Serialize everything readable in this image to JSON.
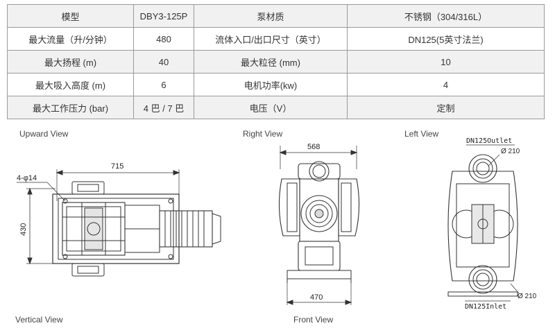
{
  "spec_table": {
    "rows": [
      {
        "label1": "模型",
        "value1": "DBY3-125P",
        "label2": "泵材质",
        "value2": "不锈钢（304/316L）"
      },
      {
        "label1": "最大流量（升/分钟）",
        "value1": "480",
        "label2": "流体入口/出口尺寸（英寸）",
        "value2": "DN125(5英寸法兰)"
      },
      {
        "label1": "最大扬程 (m)",
        "value1": "40",
        "label2": "最大粒径 (mm)",
        "value2": "10"
      },
      {
        "label1": "最大吸入高度 (m)",
        "value1": "6",
        "label2": "电机功率(kw)",
        "value2": "4"
      },
      {
        "label1": "最大工作压力 (bar)",
        "value1": "4 巴 / 7 巴",
        "label2": "电压（V）",
        "value2": "定制"
      }
    ]
  },
  "views": {
    "upward": {
      "title": "Upward View",
      "dim_length": "715",
      "dim_width": "430",
      "dim_holes": "4-φ14"
    },
    "vertical": {
      "title": "Vertical View"
    },
    "right": {
      "title": "Right View",
      "dim_top": "568",
      "dim_bottom": "470"
    },
    "front": {
      "title": "Front View"
    },
    "left": {
      "title": "Left View",
      "outlet_label": "DN125Outlet",
      "outlet_dia": "Ø 210",
      "inlet_label": "DN125Inlet",
      "inlet_dia": "Ø 210"
    }
  }
}
